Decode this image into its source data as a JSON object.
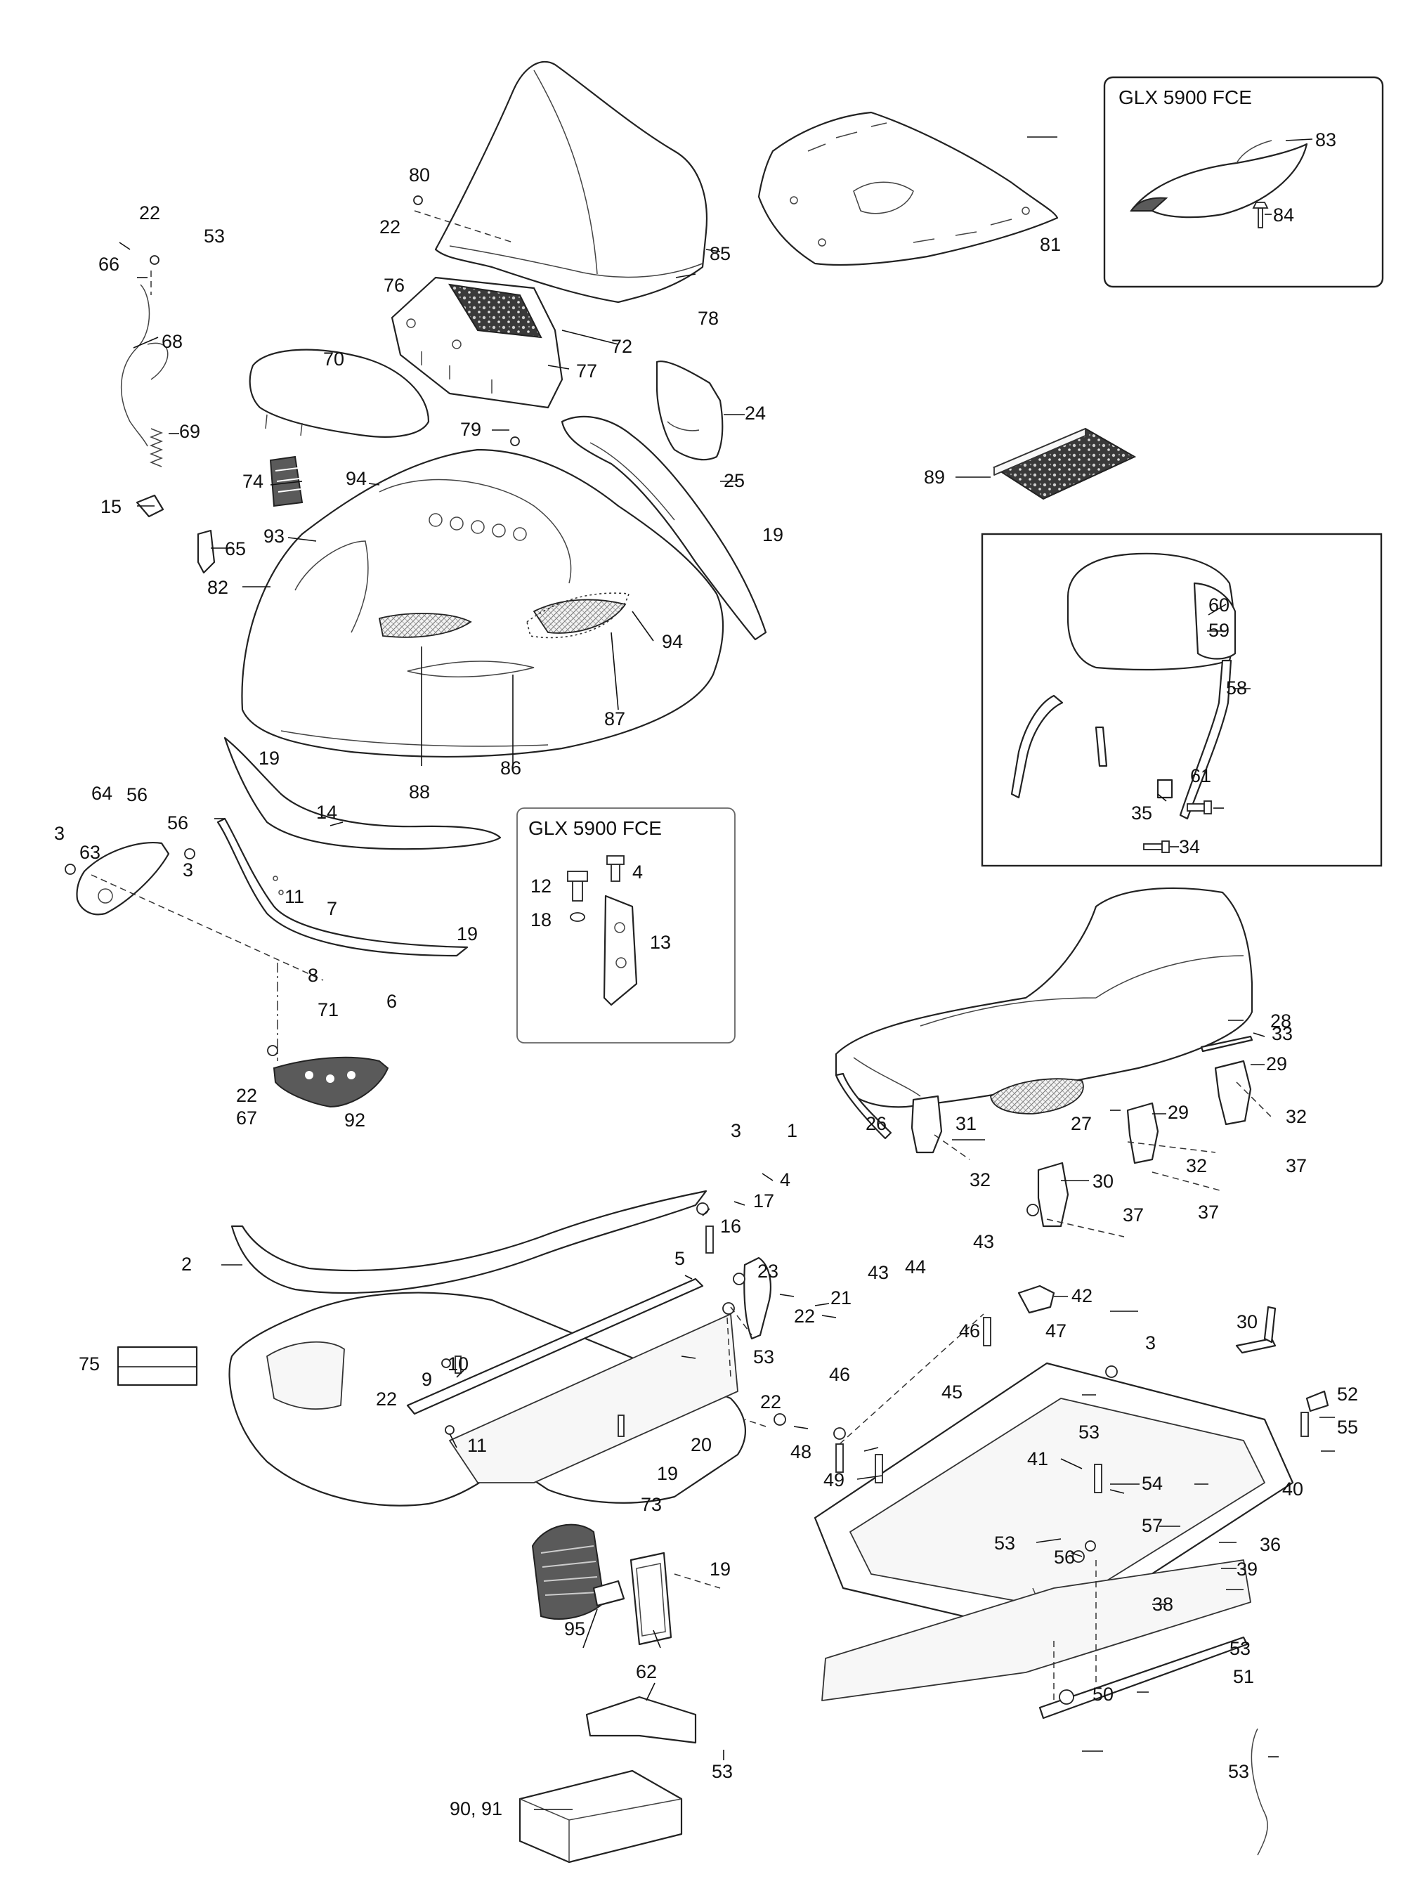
{
  "diagram": {
    "inset_glx_top": "GLX 5900 FCE",
    "inset_glx_mid": "GLX 5900 FCE",
    "callouts": {
      "c1": "1",
      "c2": "2",
      "c3a": "3",
      "c3b": "3",
      "c3c": "3",
      "c4a": "4",
      "c4b": "4",
      "c5": "5",
      "c6": "6",
      "c7": "7",
      "c8": "8",
      "c9": "9",
      "c10": "10",
      "c11a": "11",
      "c11b": "11",
      "c12": "12",
      "c13": "13",
      "c14": "14",
      "c15": "15",
      "c16": "16",
      "c17": "17",
      "c18": "18",
      "c19a": "19",
      "c19b": "19",
      "c19c": "19",
      "c19d": "19",
      "c19e": "19",
      "c20": "20",
      "c21": "21",
      "c22a": "22",
      "c22b": "22",
      "c22c": "22",
      "c22d": "22",
      "c22e": "22",
      "c22f": "22",
      "c23": "23",
      "c24": "24",
      "c25": "25",
      "c26": "26",
      "c27": "27",
      "c28": "28",
      "c29a": "29",
      "c29b": "29",
      "c30a": "30",
      "c30b": "30",
      "c31": "31",
      "c32a": "32",
      "c32b": "32",
      "c32c": "32",
      "c33": "33",
      "c34": "34",
      "c35": "35",
      "c36": "36",
      "c37a": "37",
      "c37b": "37",
      "c37c": "37",
      "c38": "38",
      "c39": "39",
      "c40": "40",
      "c41": "41",
      "c42": "42",
      "c43a": "43",
      "c43b": "43",
      "c44": "44",
      "c45": "45",
      "c46a": "46",
      "c46b": "46",
      "c47": "47",
      "c48": "48",
      "c49": "49",
      "c50": "50",
      "c51": "51",
      "c52": "52",
      "c53a": "53",
      "c53b": "53",
      "c53c": "53",
      "c53d": "53",
      "c53e": "53",
      "c53f": "53",
      "c53g": "53",
      "c54": "54",
      "c55": "55",
      "c56a": "56",
      "c56b": "56",
      "c56c": "56",
      "c57": "57",
      "c58": "58",
      "c59": "59",
      "c60": "60",
      "c61": "61",
      "c62": "62",
      "c63": "63",
      "c64": "64",
      "c65": "65",
      "c66": "66",
      "c67": "67",
      "c68": "68",
      "c69": "69",
      "c70": "70",
      "c71": "71",
      "c72": "72",
      "c73": "73",
      "c74": "74",
      "c75": "75",
      "c76": "76",
      "c77": "77",
      "c78": "78",
      "c79": "79",
      "c80": "80",
      "c81": "81",
      "c82": "82",
      "c83": "83",
      "c84": "84",
      "c85": "85",
      "c86": "86",
      "c87": "87",
      "c88": "88",
      "c89": "89",
      "c9091": "90, 91",
      "c92": "92",
      "c93": "93",
      "c94a": "94",
      "c94b": "94",
      "c95": "95"
    }
  }
}
